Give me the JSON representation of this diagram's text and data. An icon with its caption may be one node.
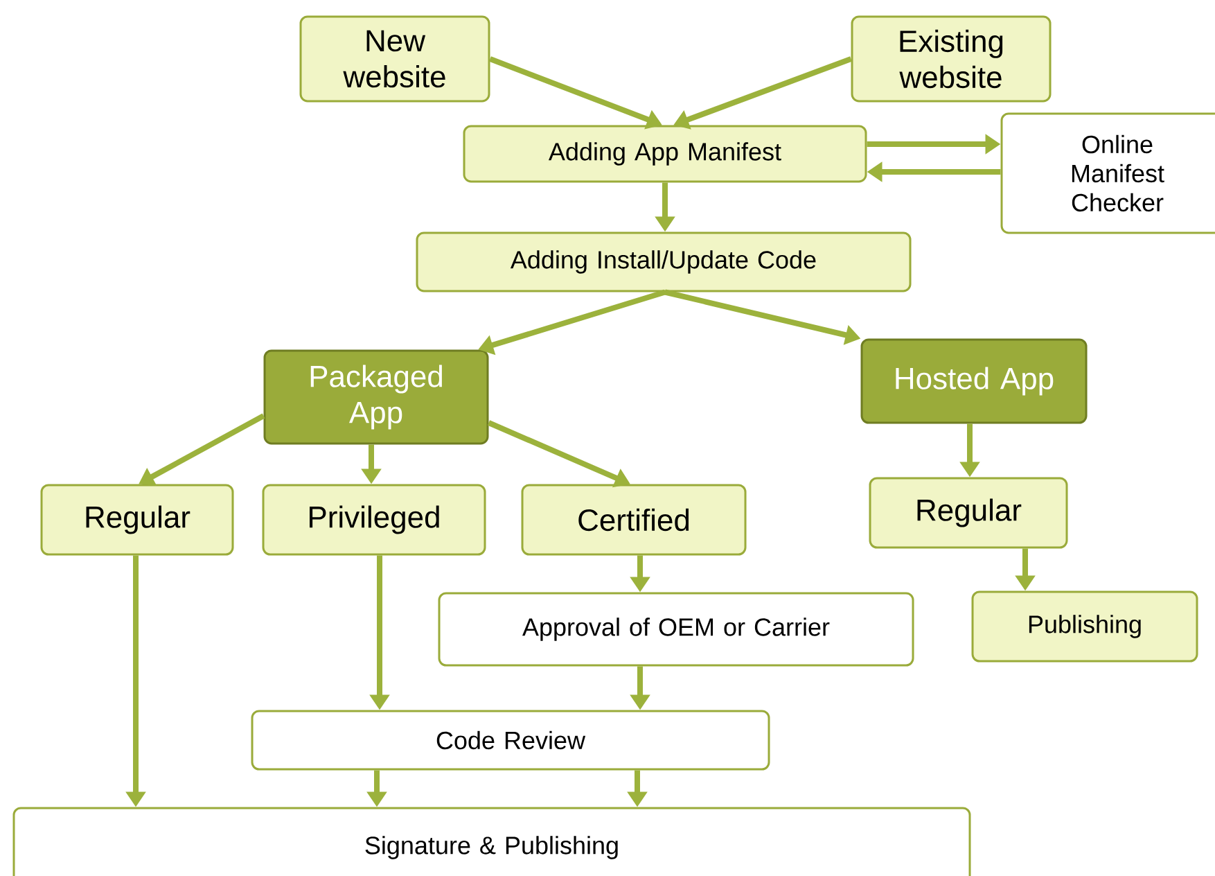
{
  "diagram": {
    "nodes": [
      {
        "text": [
          "New website"
        ]
      },
      {
        "text": [
          "Existing website"
        ]
      },
      {
        "text": [
          "Adding App Manifest"
        ]
      },
      {
        "text": [
          "Online Manifest Checker"
        ]
      },
      {
        "text": [
          "Adding Install/Update Code"
        ]
      },
      {
        "text": [
          "Packaged App"
        ]
      },
      {
        "text": [
          "Hosted App"
        ]
      },
      {
        "text": [
          "Regular"
        ]
      },
      {
        "text": [
          "Privileged"
        ]
      },
      {
        "text": [
          "Certified"
        ]
      },
      {
        "text": [
          "Regular"
        ]
      },
      {
        "text": [
          "Approval of OEM or Carrier"
        ]
      },
      {
        "text": [
          "Publishing"
        ]
      },
      {
        "text": [
          "Code Review"
        ]
      },
      {
        "text": [
          "Signature & Publishing"
        ]
      }
    ],
    "edges": [
      {
        "from": 0,
        "to": 2,
        "arrow": "to"
      },
      {
        "from": 1,
        "to": 2,
        "arrow": "to"
      },
      {
        "from": 2,
        "to": 3,
        "arrow": "to"
      },
      {
        "from": 3,
        "to": 2,
        "arrow": "to"
      },
      {
        "from": 2,
        "to": 4,
        "arrow": "to"
      },
      {
        "from": 4,
        "to": 5,
        "arrow": "to"
      },
      {
        "from": 4,
        "to": 6,
        "arrow": "to"
      },
      {
        "from": 5,
        "to": 7,
        "arrow": "to"
      },
      {
        "from": 5,
        "to": 8,
        "arrow": "to"
      },
      {
        "from": 5,
        "to": 9,
        "arrow": "to"
      },
      {
        "from": 6,
        "to": 10,
        "arrow": "to"
      },
      {
        "from": 10,
        "to": 12,
        "arrow": "to"
      },
      {
        "from": 9,
        "to": 11,
        "arrow": "to"
      },
      {
        "from": 11,
        "to": 13,
        "arrow": "to"
      },
      {
        "from": 8,
        "to": 13,
        "arrow": "to"
      },
      {
        "from": 7,
        "to": 14,
        "arrow": "to"
      },
      {
        "from": 13,
        "to": 14,
        "arrow": "to"
      },
      {
        "from": 13,
        "to": 14,
        "arrow": "to"
      }
    ]
  }
}
